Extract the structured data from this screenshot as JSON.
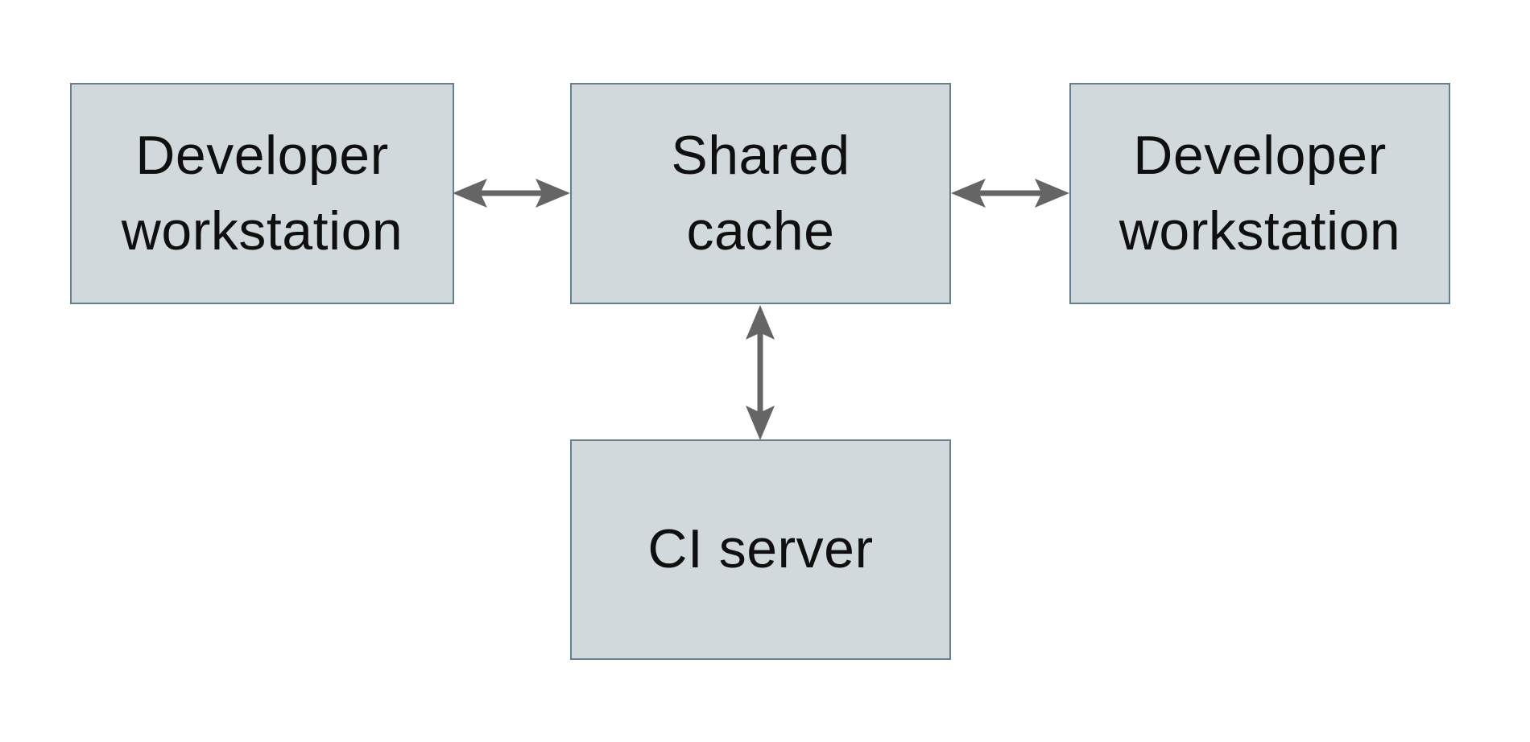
{
  "diagram": {
    "type": "architecture-diagram",
    "nodes": [
      {
        "id": "developer-workstation-left",
        "label": "Developer\nworkstation"
      },
      {
        "id": "shared-cache",
        "label": "Shared\ncache"
      },
      {
        "id": "developer-workstation-right",
        "label": "Developer\nworkstation"
      },
      {
        "id": "ci-server",
        "label": "CI server"
      }
    ],
    "edges": [
      {
        "from": "developer-workstation-left",
        "to": "shared-cache",
        "direction": "bidirectional",
        "orientation": "horizontal"
      },
      {
        "from": "shared-cache",
        "to": "developer-workstation-right",
        "direction": "bidirectional",
        "orientation": "horizontal"
      },
      {
        "from": "shared-cache",
        "to": "ci-server",
        "direction": "bidirectional",
        "orientation": "vertical"
      }
    ],
    "colors": {
      "background": "#ffffff",
      "node_fill": "#d2d9dc",
      "node_border": "#66808d",
      "arrow": "#656565",
      "text": "#0f0f0f"
    }
  }
}
